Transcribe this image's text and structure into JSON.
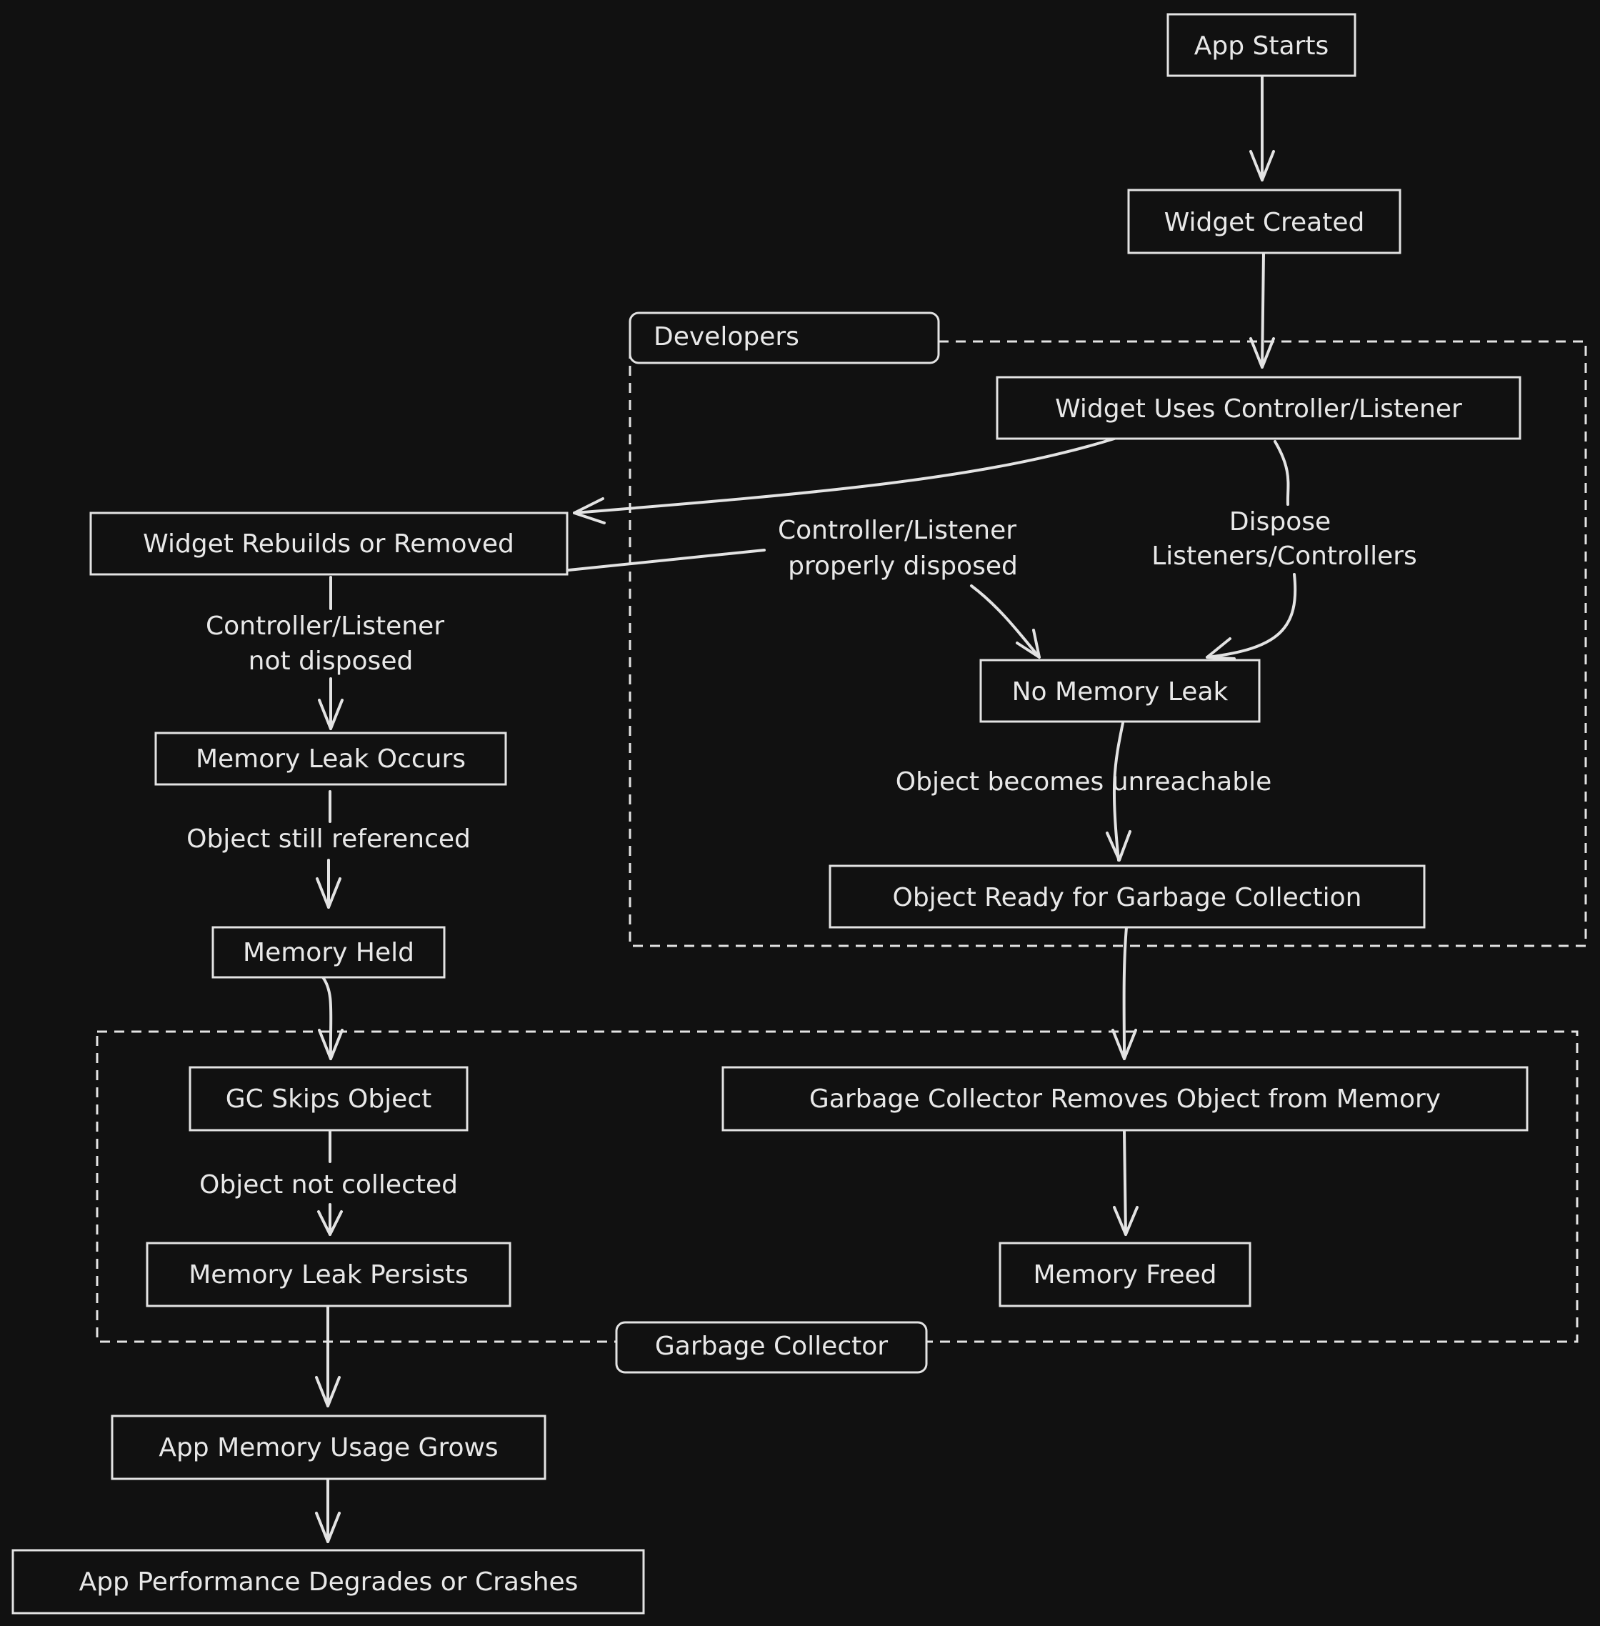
{
  "nodes": [
    {
      "id": "app-starts",
      "label": "App Starts"
    },
    {
      "id": "widget-created",
      "label": "Widget Created"
    },
    {
      "id": "widget-uses-controller",
      "label": "Widget Uses Controller/Listener"
    },
    {
      "id": "widget-rebuilds",
      "label": "Widget Rebuilds or Removed"
    },
    {
      "id": "no-memory-leak",
      "label": "No Memory Leak"
    },
    {
      "id": "memory-leak-occurs",
      "label": "Memory Leak Occurs"
    },
    {
      "id": "object-ready-gc",
      "label": "Object Ready for Garbage Collection"
    },
    {
      "id": "memory-held",
      "label": "Memory Held"
    },
    {
      "id": "gc-skips-object",
      "label": "GC Skips Object"
    },
    {
      "id": "gc-removes-object",
      "label": "Garbage Collector Removes Object from Memory"
    },
    {
      "id": "memory-leak-persists",
      "label": "Memory Leak Persists"
    },
    {
      "id": "memory-freed",
      "label": "Memory Freed"
    },
    {
      "id": "app-memory-grows",
      "label": "App Memory Usage Grows"
    },
    {
      "id": "app-performance-degrades",
      "label": "App Performance Degrades or Crashes"
    }
  ],
  "groups": [
    {
      "id": "developers",
      "label": "Developers"
    },
    {
      "id": "garbage-collector",
      "label": "Garbage Collector"
    }
  ],
  "edges": [
    {
      "from": "app-starts",
      "to": "widget-created",
      "label": ""
    },
    {
      "from": "widget-created",
      "to": "widget-uses-controller",
      "label": ""
    },
    {
      "from": "widget-uses-controller",
      "to": "widget-rebuilds",
      "label": ""
    },
    {
      "from": "widget-uses-controller",
      "to": "no-memory-leak",
      "label": [
        "Dispose",
        "Listeners/Controllers"
      ]
    },
    {
      "from": "widget-rebuilds",
      "to": "no-memory-leak",
      "label": [
        "Controller/Listener",
        "properly disposed"
      ]
    },
    {
      "from": "widget-rebuilds",
      "to": "memory-leak-occurs",
      "label": [
        "Controller/Listener",
        "not disposed"
      ]
    },
    {
      "from": "no-memory-leak",
      "to": "object-ready-gc",
      "label": [
        "Object becomes unreachable"
      ]
    },
    {
      "from": "memory-leak-occurs",
      "to": "memory-held",
      "label": [
        "Object still referenced"
      ]
    },
    {
      "from": "memory-held",
      "to": "gc-skips-object",
      "label": ""
    },
    {
      "from": "object-ready-gc",
      "to": "gc-removes-object",
      "label": ""
    },
    {
      "from": "gc-skips-object",
      "to": "memory-leak-persists",
      "label": [
        "Object not collected"
      ]
    },
    {
      "from": "gc-removes-object",
      "to": "memory-freed",
      "label": ""
    },
    {
      "from": "memory-leak-persists",
      "to": "app-memory-grows",
      "label": ""
    },
    {
      "from": "app-memory-grows",
      "to": "app-performance-degrades",
      "label": ""
    }
  ]
}
